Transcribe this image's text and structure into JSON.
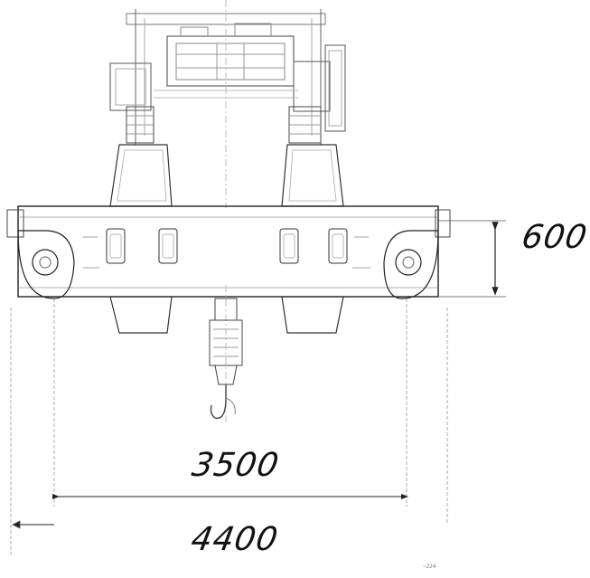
{
  "drawing": {
    "dimensions": {
      "height": "600",
      "inner_span": "3500",
      "outer_span": "4400"
    },
    "footer": {
      "code": "~224"
    },
    "colors": {
      "line": "#333333",
      "light_line": "#9a9a9a",
      "background": "#ffffff"
    }
  }
}
